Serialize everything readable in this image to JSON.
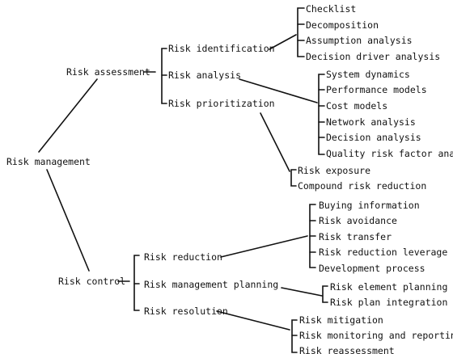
{
  "diagram": {
    "root": "Risk management",
    "branches": [
      {
        "label": "Risk assessment",
        "children": [
          {
            "label": "Risk identification",
            "items": [
              "Checklist",
              "Decomposition",
              "Assumption analysis",
              "Decision driver analysis"
            ]
          },
          {
            "label": "Risk analysis",
            "items": [
              "System dynamics",
              "Performance models",
              "Cost models",
              "Network analysis",
              "Decision analysis",
              "Quality risk factor analysis"
            ]
          },
          {
            "label": "Risk prioritization",
            "items": [
              "Risk exposure",
              "Compound risk reduction"
            ]
          }
        ]
      },
      {
        "label": "Risk control",
        "children": [
          {
            "label": "Risk reduction",
            "items": [
              "Buying information",
              "Risk avoidance",
              "Risk transfer",
              "Risk reduction leverage",
              "Development process"
            ]
          },
          {
            "label": "Risk management planning",
            "items": [
              "Risk element planning",
              "Risk plan integration"
            ]
          },
          {
            "label": "Risk resolution",
            "items": [
              "Risk mitigation",
              "Risk monitoring and reporting",
              "Risk reassessment"
            ]
          }
        ]
      }
    ]
  }
}
